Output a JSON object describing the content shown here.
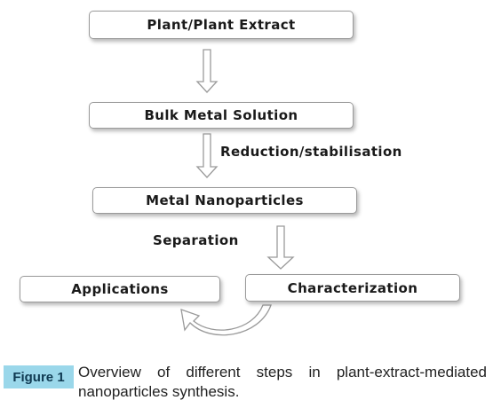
{
  "diagram": {
    "nodes": {
      "plant": "Plant/Plant Extract",
      "bulk": "Bulk Metal Solution",
      "nano": "Metal Nanoparticles",
      "applications": "Applications",
      "characterization": "Characterization"
    },
    "edge_labels": {
      "reduction": "Reduction/stabilisation",
      "separation": "Separation"
    }
  },
  "caption": {
    "label": "Figure 1",
    "text": "Overview of different steps in plant-extract-mediated nanoparticles synthesis."
  }
}
